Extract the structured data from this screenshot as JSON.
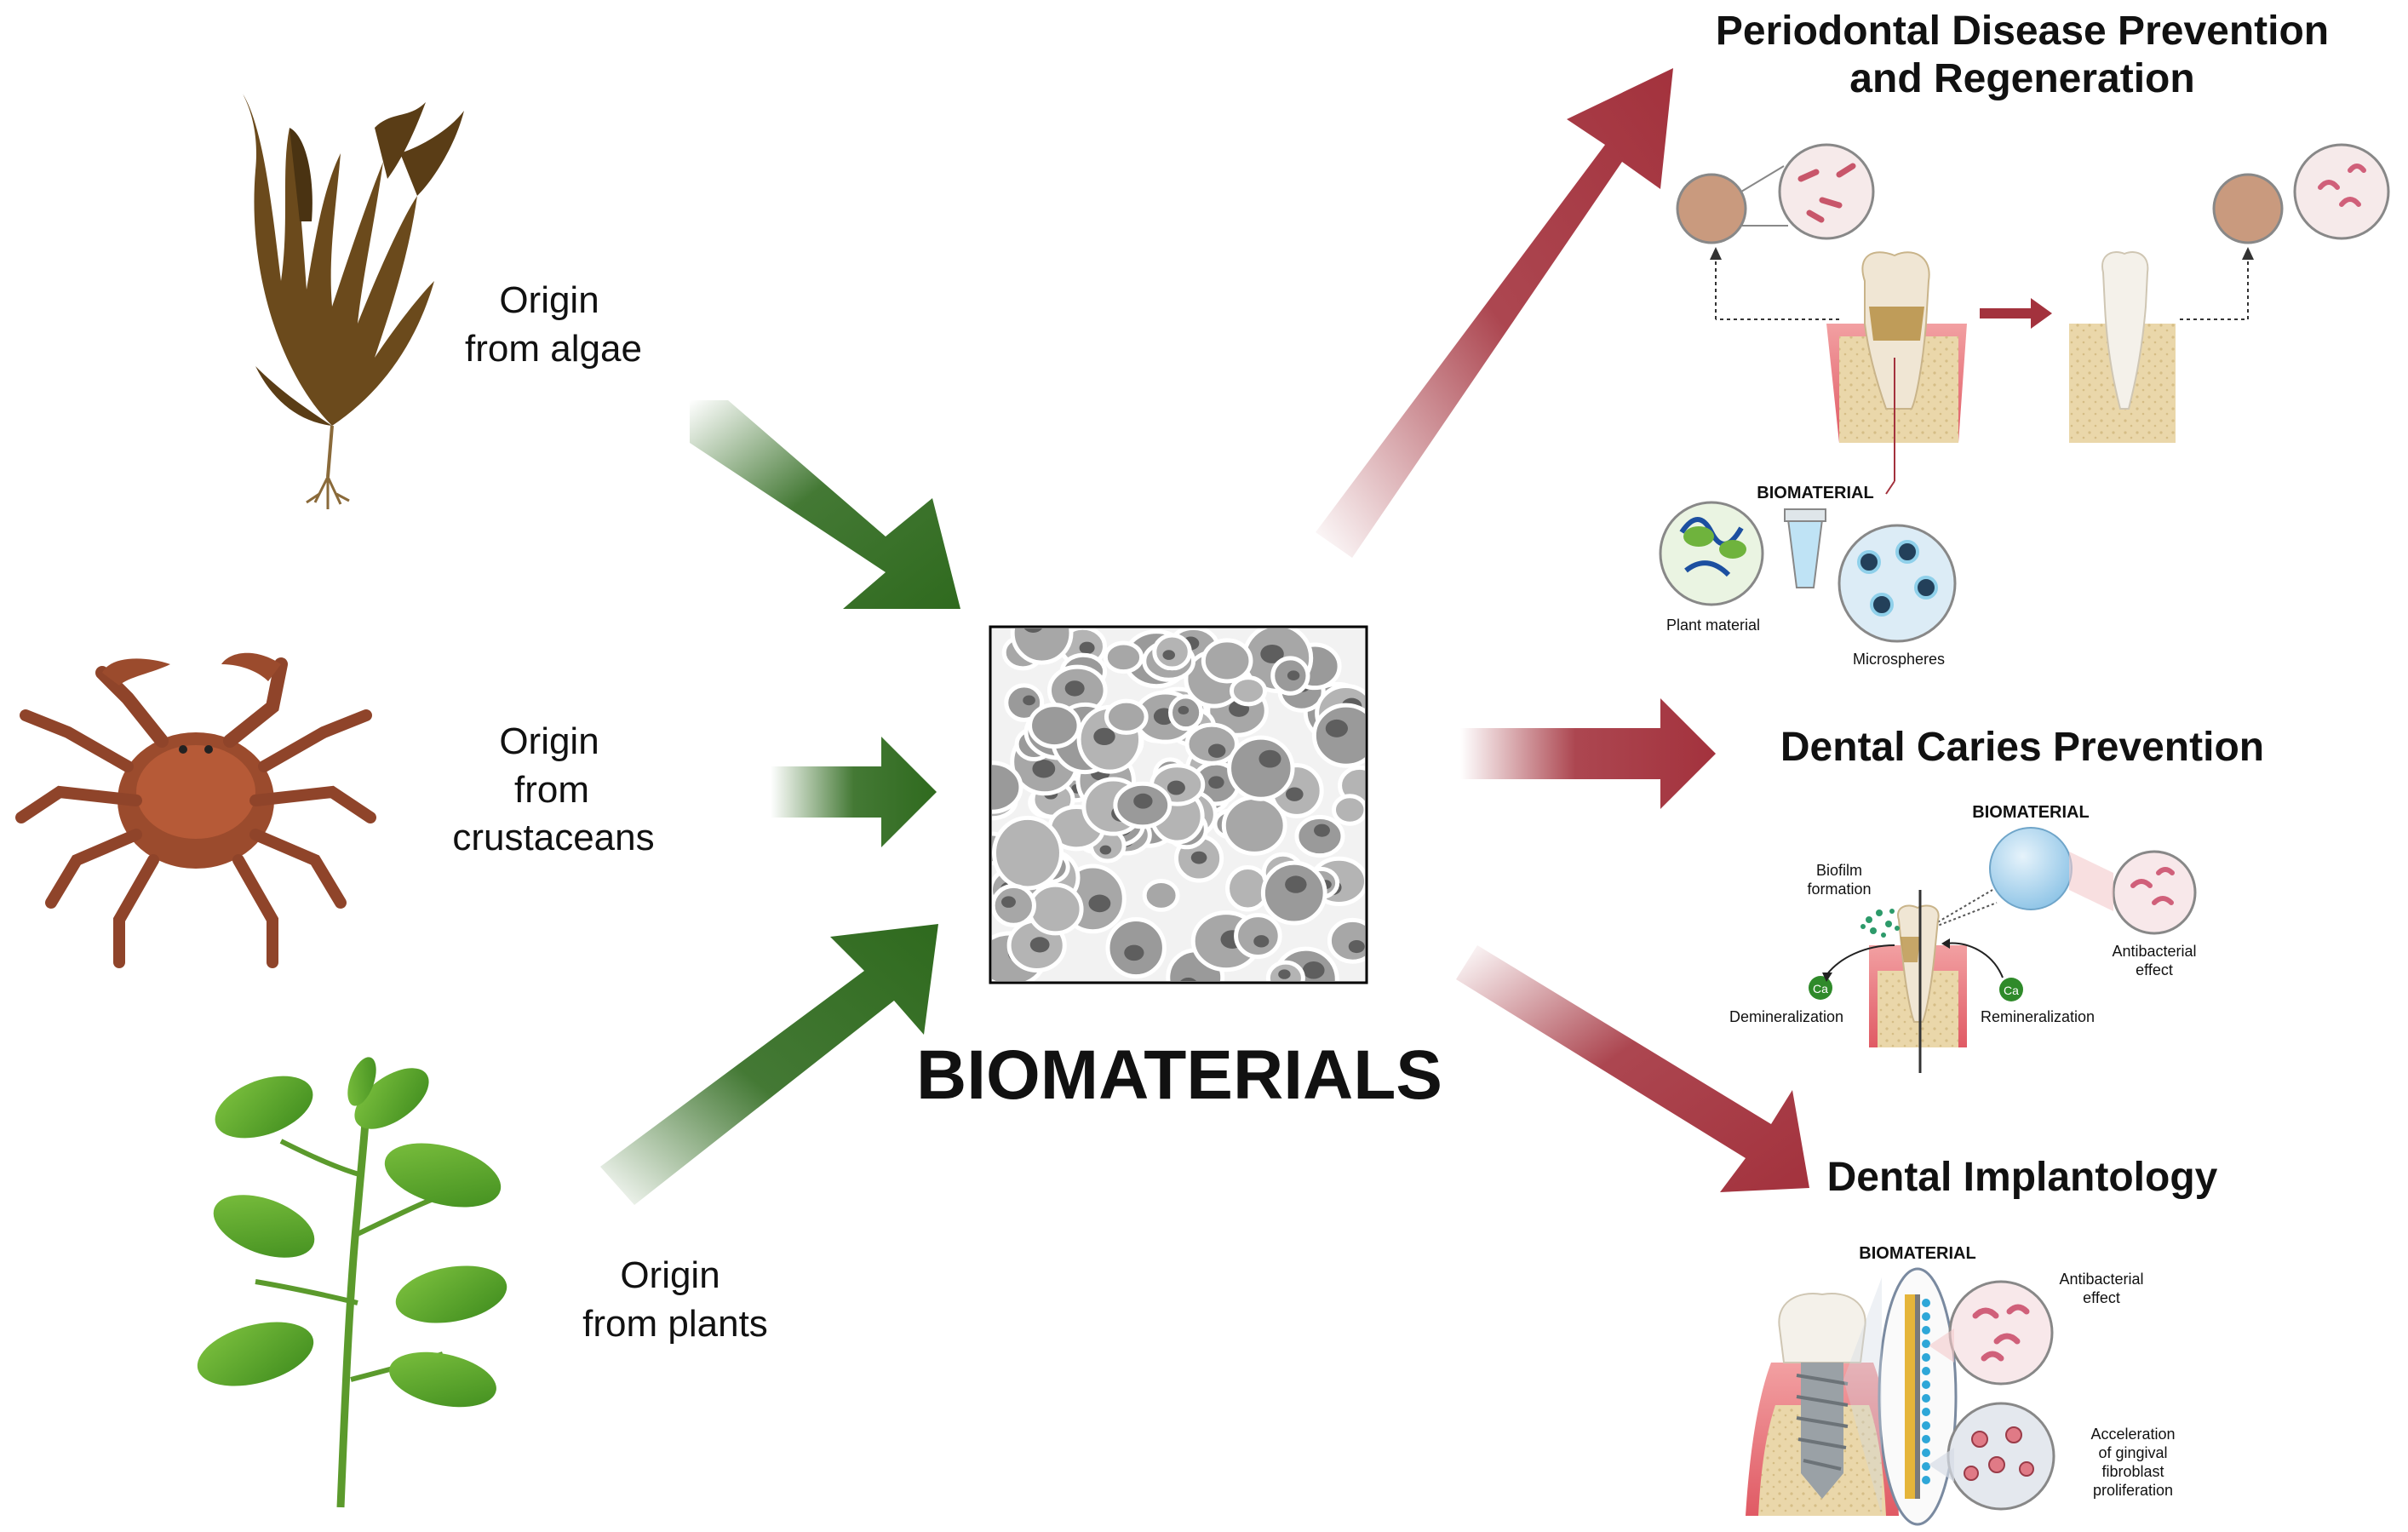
{
  "center": {
    "title": "BIOMATERIALS"
  },
  "sources": [
    {
      "line1": "Origin",
      "line2": "from algae",
      "icon": "algae-icon"
    },
    {
      "line1": "Origin",
      "line2": "from",
      "line3": "crustaceans",
      "icon": "crab-icon"
    },
    {
      "line1": "Origin",
      "line2": "from plants",
      "icon": "plant-icon"
    }
  ],
  "applications": {
    "periodontal": {
      "title_line1": "Periodontal Disease Prevention",
      "title_line2": "and Regeneration",
      "biomaterial_label": "BIOMATERIAL",
      "plant_material_label": "Plant material",
      "microspheres_label": "Microspheres"
    },
    "caries": {
      "title": "Dental Caries Prevention",
      "biomaterial_label": "BIOMATERIAL",
      "biofilm_line1": "Biofilm",
      "biofilm_line2": "formation",
      "antibacterial_line1": "Antibacterial",
      "antibacterial_line2": "effect",
      "ca_label": "Ca",
      "demineralization_label": "Demineralization",
      "remineralization_label": "Remineralization"
    },
    "implantology": {
      "title": "Dental Implantology",
      "biomaterial_label": "BIOMATERIAL",
      "antibacterial_line1": "Antibacterial",
      "antibacterial_line2": "effect",
      "accel_line1": "Acceleration",
      "accel_line2": "of gingival",
      "accel_line3": "fibroblast",
      "accel_line4": "proliferation"
    }
  },
  "colors": {
    "green_arrow": "#2f6a1e",
    "red_arrow": "#a3323d",
    "pink_tissue": "#e8737a",
    "bone": "#e9d6a9",
    "tooth": "#f3ede2",
    "text": "#111111"
  }
}
